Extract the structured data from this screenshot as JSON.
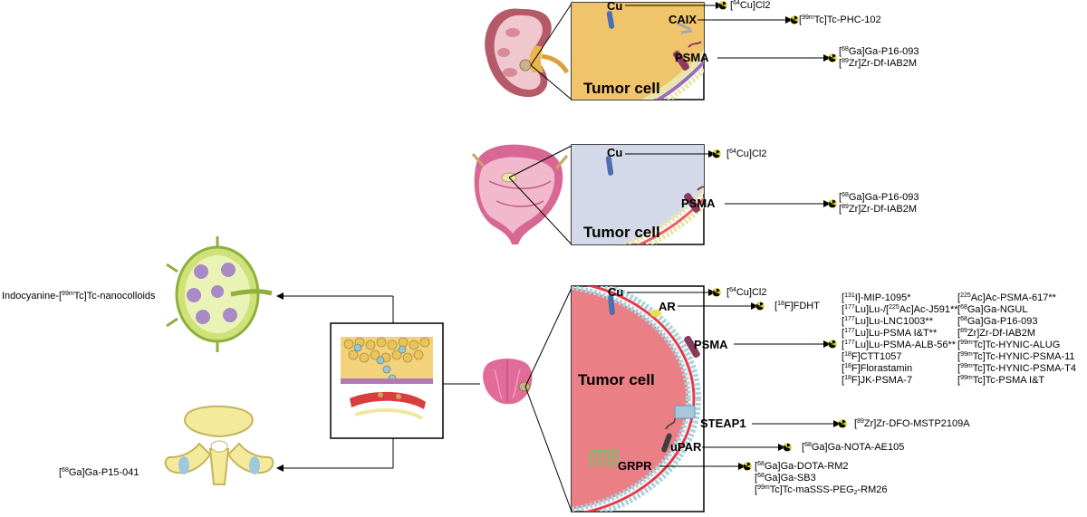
{
  "colors": {
    "kidney_panel_cytoplasm": "#f0c46b",
    "bladder_panel_cytoplasm": "#d4d9ea",
    "prostate_panel_cytoplasm": "#ea7f86",
    "kidney_membrane": "#9b6fb8",
    "membrane_heads": "#e8e6a8",
    "prostate_membrane_heads": "#a9d3dd",
    "radiation_symbol": "#d7cf2f"
  },
  "icons": [
    "kidney-icon",
    "bladder-icon",
    "lymph-node-icon",
    "vertebra-icon",
    "prostate-icon",
    "tissue-metastasis-icon",
    "radiation-icon"
  ],
  "kidney": {
    "cell_label": "Tumor cell",
    "cu": "Cu",
    "caix": "CAIX",
    "psma": "PSMA",
    "cu_tracer": [
      "[",
      "64",
      "Cu]Cl2"
    ],
    "caix_tracer": [
      "[",
      "99m",
      "Tc]Tc-PHC-102"
    ],
    "psma_tracer_1": [
      "[",
      "68",
      "Ga]Ga-P16-093"
    ],
    "psma_tracer_2": [
      "[",
      "89",
      "Zr]Zr-Df-IAB2M"
    ]
  },
  "bladder": {
    "cell_label": "Tumor cell",
    "cu": "Cu",
    "psma": "PSMA",
    "cu_tracer": [
      "[",
      "64",
      "Cu]Cl2"
    ],
    "psma_tracer_1": [
      "[",
      "68",
      "Ga]Ga-P16-093"
    ],
    "psma_tracer_2": [
      "[",
      "89",
      "Zr]Zr-Df-IAB2M"
    ]
  },
  "metastasis": {
    "lymph_tracer": [
      "Indocyanine-[",
      "99m",
      "Tc]Tc-nanocolloids"
    ],
    "bone_tracer": [
      "[",
      "68",
      "Ga]Ga-P15-041"
    ]
  },
  "prostate": {
    "cell_label": "Tumor cell",
    "cu": "Cu",
    "ar": "AR",
    "psma": "PSMA",
    "steap1": "STEAP1",
    "upar": "uPAR",
    "grpr": "GRPR",
    "cu_tracer": [
      "[",
      "64",
      "Cu]Cl2"
    ],
    "ar_tracer": [
      "[",
      "18",
      "F]FDHT"
    ],
    "psma_col1": [
      [
        "[",
        "131",
        "I]-MIP-1095*"
      ],
      [
        "[",
        "177",
        "Lu]Lu-/[",
        "225",
        "Ac]Ac-J591**"
      ],
      [
        "[",
        "177",
        "Lu]Lu-LNC1003**"
      ],
      [
        "[",
        "177",
        "Lu]Lu-PSMA I&T**"
      ],
      [
        "[",
        "177",
        "Lu]Lu-PSMA-ALB-56**"
      ],
      [
        "[",
        "18",
        "F]CTT1057"
      ],
      [
        "[",
        "18",
        "F]Florastamin"
      ],
      [
        "[",
        "18",
        "F]JK-PSMA-7"
      ]
    ],
    "psma_col2": [
      [
        "[",
        "225",
        "Ac]Ac-PSMA-617**"
      ],
      [
        "[",
        "68",
        "Ga]Ga-NGUL"
      ],
      [
        "[",
        "68",
        "Ga]Ga-P16-093"
      ],
      [
        "[",
        "89",
        "Zr]Zr-Df-IAB2M"
      ],
      [
        "[",
        "99m",
        "Tc]Tc-HYNIC-ALUG"
      ],
      [
        "[",
        "99m",
        "Tc]Tc-HYNIC-PSMA-11"
      ],
      [
        "[",
        "99m",
        "Tc]Tc-HYNIC-PSMA-T4"
      ],
      [
        "[",
        "99m",
        "Tc]Tc-PSMA I&T"
      ]
    ],
    "steap1_tracer": [
      "[",
      "89",
      "Zr]Zr-DFO-MSTP2109A"
    ],
    "upar_tracer": [
      "[",
      "68",
      "Ga]Ga-NOTA-AE105"
    ],
    "grpr_tracers": [
      [
        "[",
        "68",
        "Ga]Ga-DOTA-RM2"
      ],
      [
        "[",
        "68",
        "Ga]Ga-SB3"
      ],
      [
        "[",
        "99m",
        "Tc]Tc-maSSS-PEG",
        "2",
        "-RM26"
      ]
    ]
  }
}
